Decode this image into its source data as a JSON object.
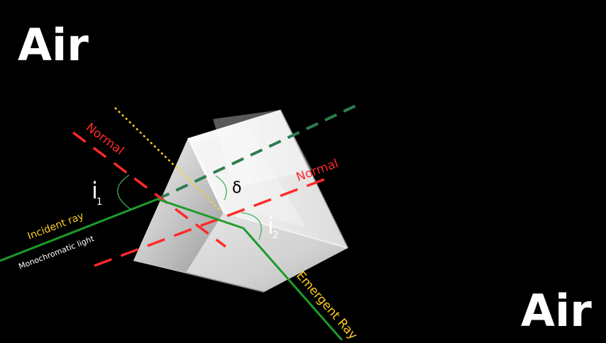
{
  "labels": {
    "air_top": "Air",
    "air_bottom": "Air",
    "normal_left": "Normal",
    "normal_right": "Normal",
    "i1_letter": "i",
    "i1_sub": "1",
    "i2_letter": "i",
    "i2_sub": "2",
    "delta": "δ",
    "incident_ray": "Incident ray",
    "monochromatic": "Monochromatic light",
    "emergent_ray": "Emergent Ray"
  },
  "colors": {
    "background": "#000000",
    "ray_green": "#1e9b2a",
    "extension_green": "#2e7d4f",
    "normal_red": "#ff2a2a",
    "incident_yellow": "#ffcf2b",
    "emergent_yellow": "#ffcc22",
    "white_text": "#ffffff",
    "arc_green": "#3fae60"
  }
}
